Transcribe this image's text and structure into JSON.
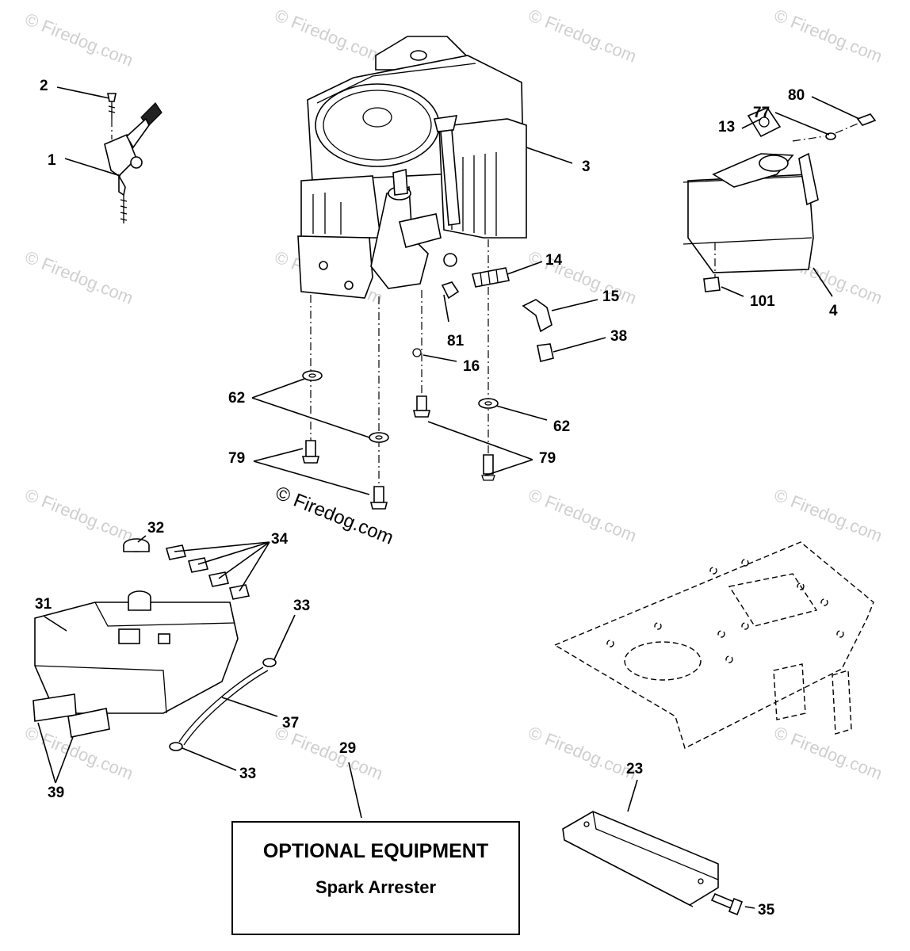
{
  "watermark": "© Firedog.com",
  "copyright": "© Firedog.com",
  "callouts": [
    "1",
    "2",
    "3",
    "4",
    "13",
    "14",
    "15",
    "16",
    "23",
    "29",
    "31",
    "32",
    "33",
    "33",
    "34",
    "35",
    "37",
    "38",
    "39",
    "62",
    "62",
    "77",
    "79",
    "79",
    "80",
    "81",
    "101"
  ],
  "optional_box": {
    "title": "OPTIONAL EQUIPMENT",
    "subtitle": "Spark Arrester"
  }
}
